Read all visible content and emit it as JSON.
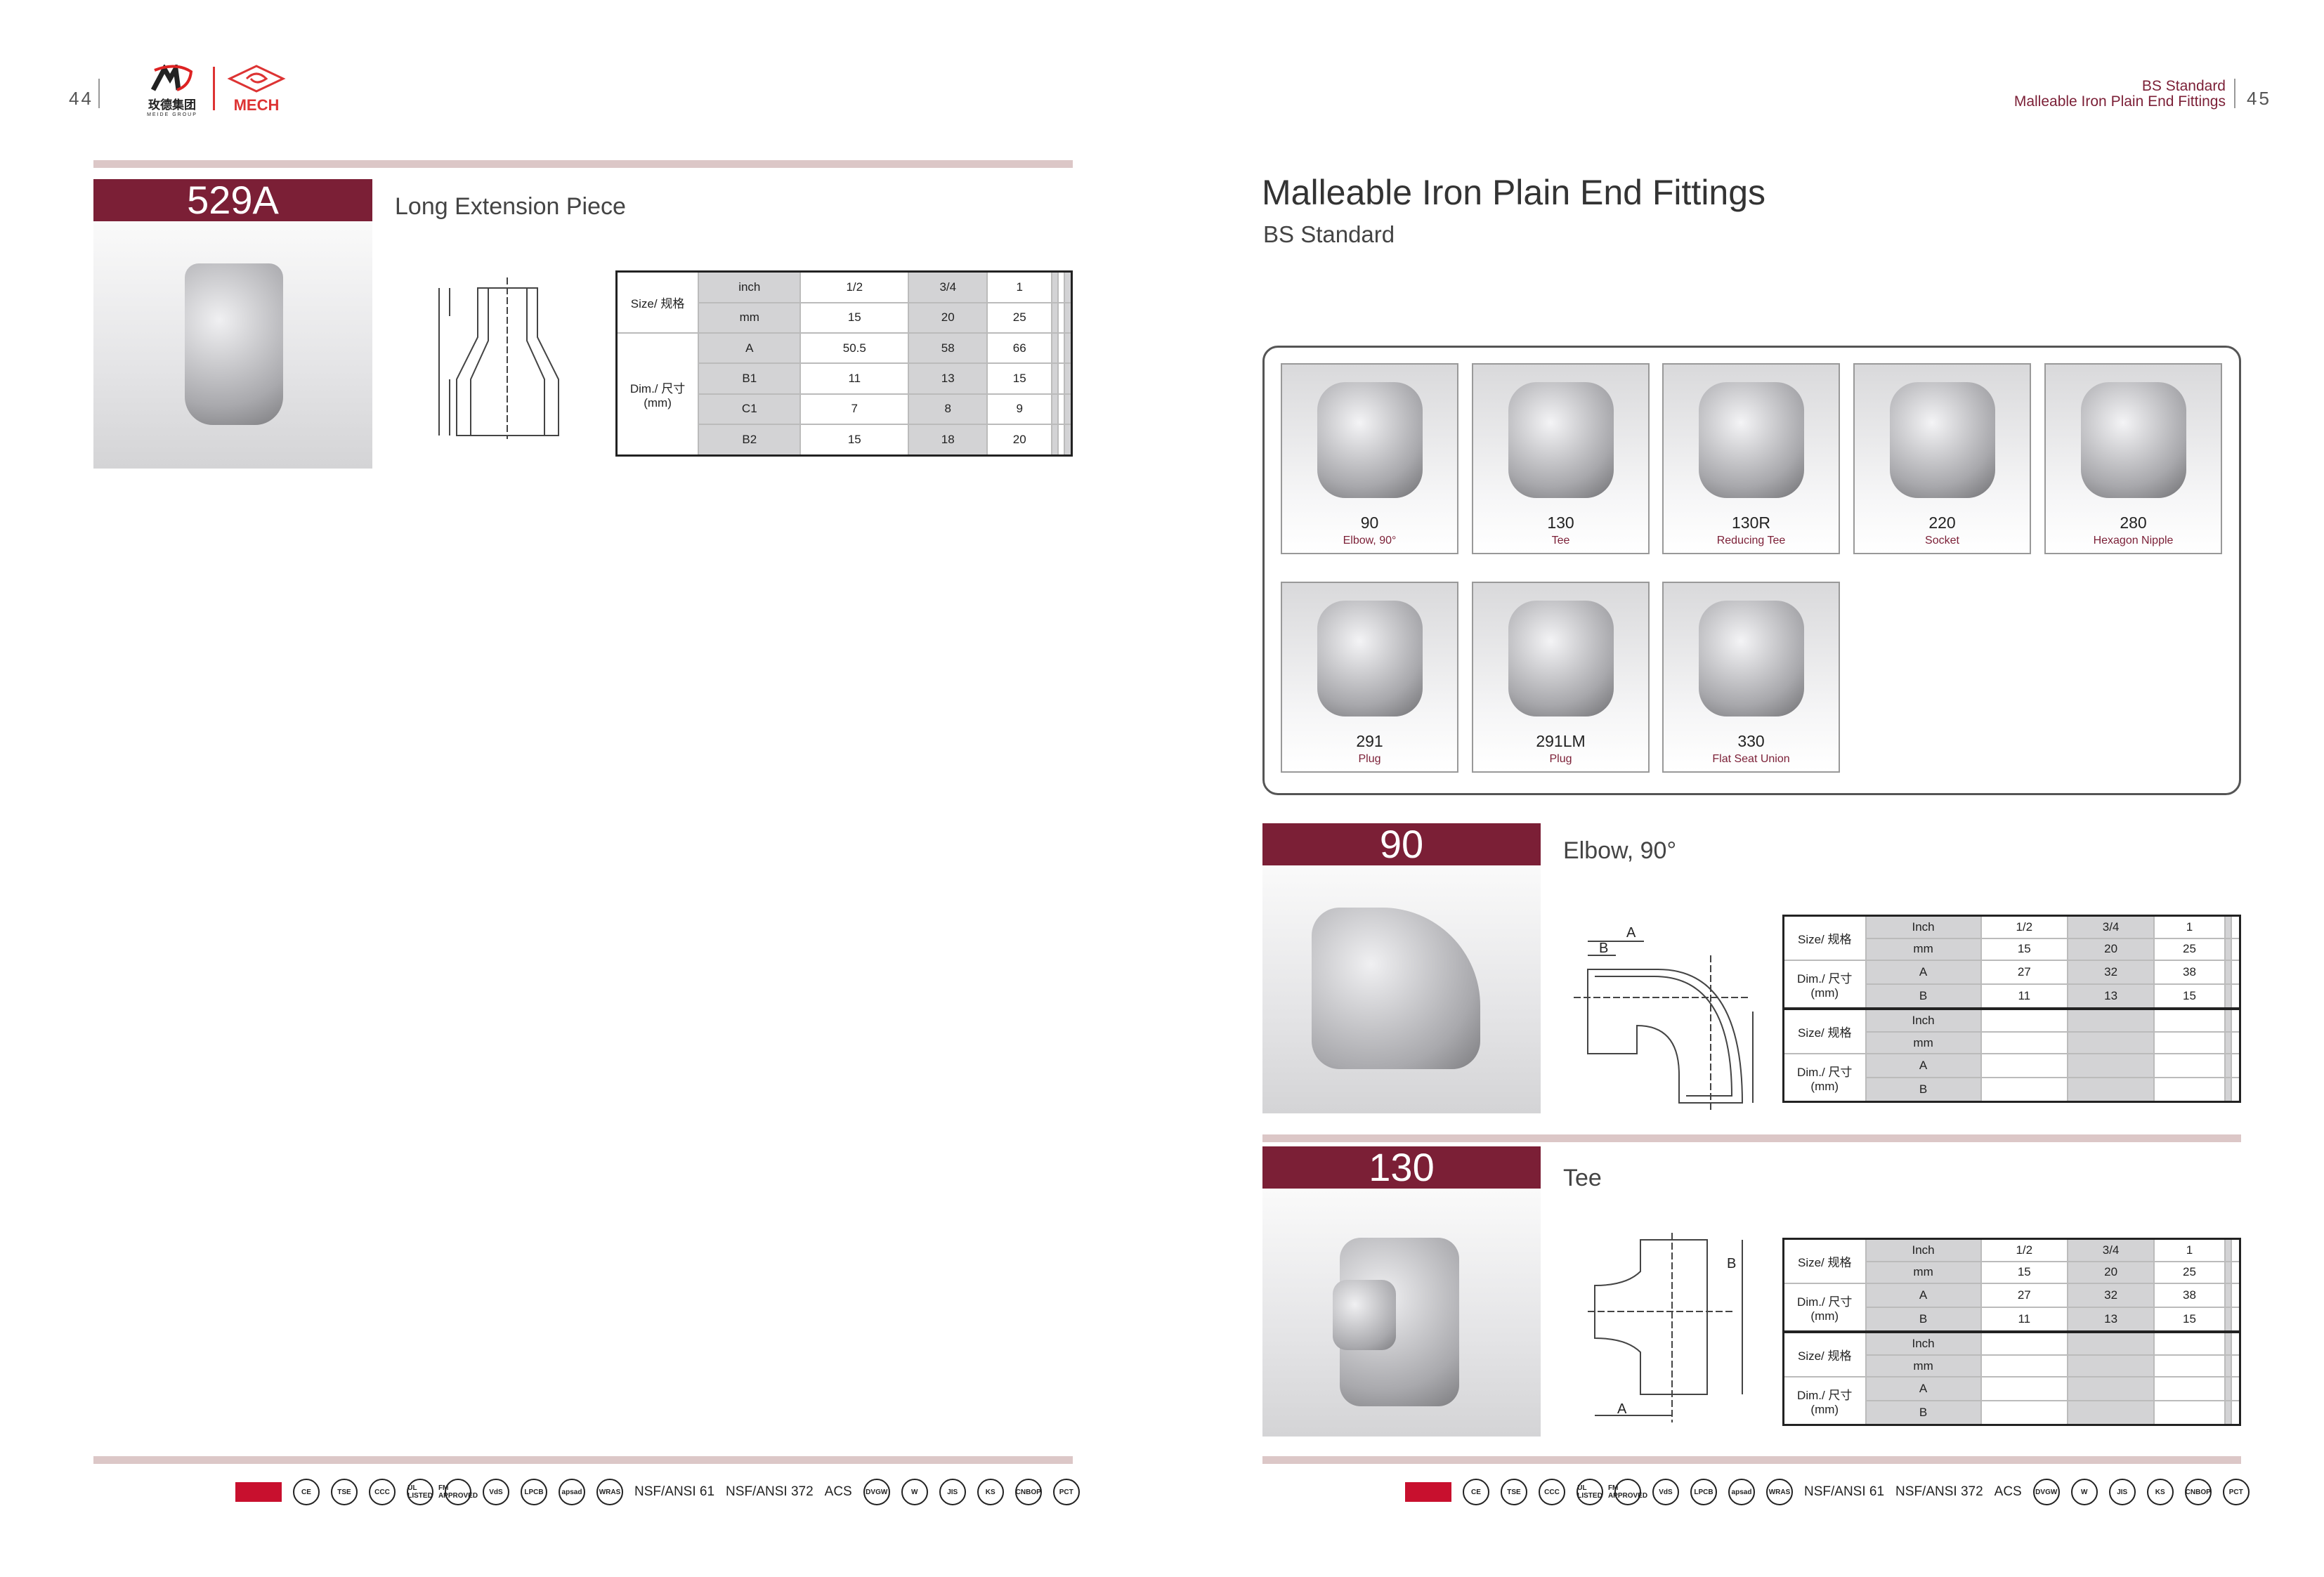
{
  "left_page": {
    "page_number": "44",
    "logo": {
      "group_cn": "玫德集团",
      "group_en": "MEIDE GROUP",
      "brand": "MECH"
    },
    "product": {
      "code": "529A",
      "name": "Long Extension Piece",
      "table": {
        "rows": [
          {
            "group": "Size/ 规格",
            "label": "inch",
            "values": [
              "1/2",
              "3/4",
              "1",
              "",
              "",
              ""
            ]
          },
          {
            "group": "",
            "label": "mm",
            "values": [
              "15",
              "20",
              "25",
              "",
              "",
              ""
            ]
          },
          {
            "group": "Dim./ 尺寸\n(mm)",
            "label": "A",
            "values": [
              "50.5",
              "58",
              "66",
              "",
              "",
              ""
            ]
          },
          {
            "group": "",
            "label": "B1",
            "values": [
              "11",
              "13",
              "15",
              "",
              "",
              ""
            ]
          },
          {
            "group": "",
            "label": "C1",
            "values": [
              "7",
              "8",
              "9",
              "",
              "",
              ""
            ]
          },
          {
            "group": "",
            "label": "B2",
            "values": [
              "15",
              "18",
              "20",
              "",
              "",
              ""
            ]
          }
        ]
      }
    }
  },
  "right_page": {
    "page_number": "45",
    "header": {
      "line1": "BS Standard",
      "line2": "Malleable Iron Plain End Fittings"
    },
    "title": "Malleable Iron Plain End Fittings",
    "subtitle": "BS Standard",
    "catalog": [
      {
        "code": "90",
        "name": "Elbow, 90°"
      },
      {
        "code": "130",
        "name": "Tee"
      },
      {
        "code": "130R",
        "name": "Reducing Tee"
      },
      {
        "code": "220",
        "name": "Socket"
      },
      {
        "code": "280",
        "name": "Hexagon Nipple"
      },
      {
        "code": "291",
        "name": "Plug"
      },
      {
        "code": "291LM",
        "name": "Plug"
      },
      {
        "code": "330",
        "name": "Flat Seat Union"
      }
    ],
    "products": [
      {
        "code": "90",
        "name": "Elbow, 90°",
        "table": {
          "rows": [
            {
              "group": "Size/ 规格",
              "label": "Inch",
              "values": [
                "1/2",
                "3/4",
                "1",
                "",
                ""
              ]
            },
            {
              "group": "",
              "label": "mm",
              "values": [
                "15",
                "20",
                "25",
                "",
                ""
              ]
            },
            {
              "group": "Dim./ 尺寸\n(mm)",
              "label": "A",
              "values": [
                "27",
                "32",
                "38",
                "",
                ""
              ]
            },
            {
              "group": "",
              "label": "B",
              "values": [
                "11",
                "13",
                "15",
                "",
                ""
              ]
            },
            {
              "group": "Size/ 规格",
              "label": "Inch",
              "values": [
                "",
                "",
                "",
                "",
                ""
              ]
            },
            {
              "group": "",
              "label": "mm",
              "values": [
                "",
                "",
                "",
                "",
                ""
              ]
            },
            {
              "group": "Dim./ 尺寸\n(mm)",
              "label": "A",
              "values": [
                "",
                "",
                "",
                "",
                ""
              ]
            },
            {
              "group": "",
              "label": "B",
              "values": [
                "",
                "",
                "",
                "",
                ""
              ]
            }
          ]
        }
      },
      {
        "code": "130",
        "name": "Tee",
        "table": {
          "rows": [
            {
              "group": "Size/ 规格",
              "label": "Inch",
              "values": [
                "1/2",
                "3/4",
                "1",
                "",
                ""
              ]
            },
            {
              "group": "",
              "label": "mm",
              "values": [
                "15",
                "20",
                "25",
                "",
                ""
              ]
            },
            {
              "group": "Dim./ 尺寸\n(mm)",
              "label": "A",
              "values": [
                "27",
                "32",
                "38",
                "",
                ""
              ]
            },
            {
              "group": "",
              "label": "B",
              "values": [
                "11",
                "13",
                "15",
                "",
                ""
              ]
            },
            {
              "group": "Size/ 规格",
              "label": "Inch",
              "values": [
                "",
                "",
                "",
                "",
                ""
              ]
            },
            {
              "group": "",
              "label": "mm",
              "values": [
                "",
                "",
                "",
                "",
                ""
              ]
            },
            {
              "group": "Dim./ 尺寸\n(mm)",
              "label": "A",
              "values": [
                "",
                "",
                "",
                "",
                ""
              ]
            },
            {
              "group": "",
              "label": "B",
              "values": [
                "",
                "",
                "",
                "",
                ""
              ]
            }
          ]
        }
      }
    ]
  },
  "drawing_labels": {
    "a": "A",
    "b": "B"
  },
  "certifications": [
    "CE",
    "TSE",
    "CCC",
    "UL LISTED",
    "FM APPROVED",
    "VdS",
    "LPCB",
    "apsad",
    "WRAS",
    "NSF/ANSI 61",
    "NSF/ANSI 372",
    "ACS",
    "DVGW",
    "W",
    "JIS",
    "KS",
    "CNBOP",
    "PCT"
  ]
}
